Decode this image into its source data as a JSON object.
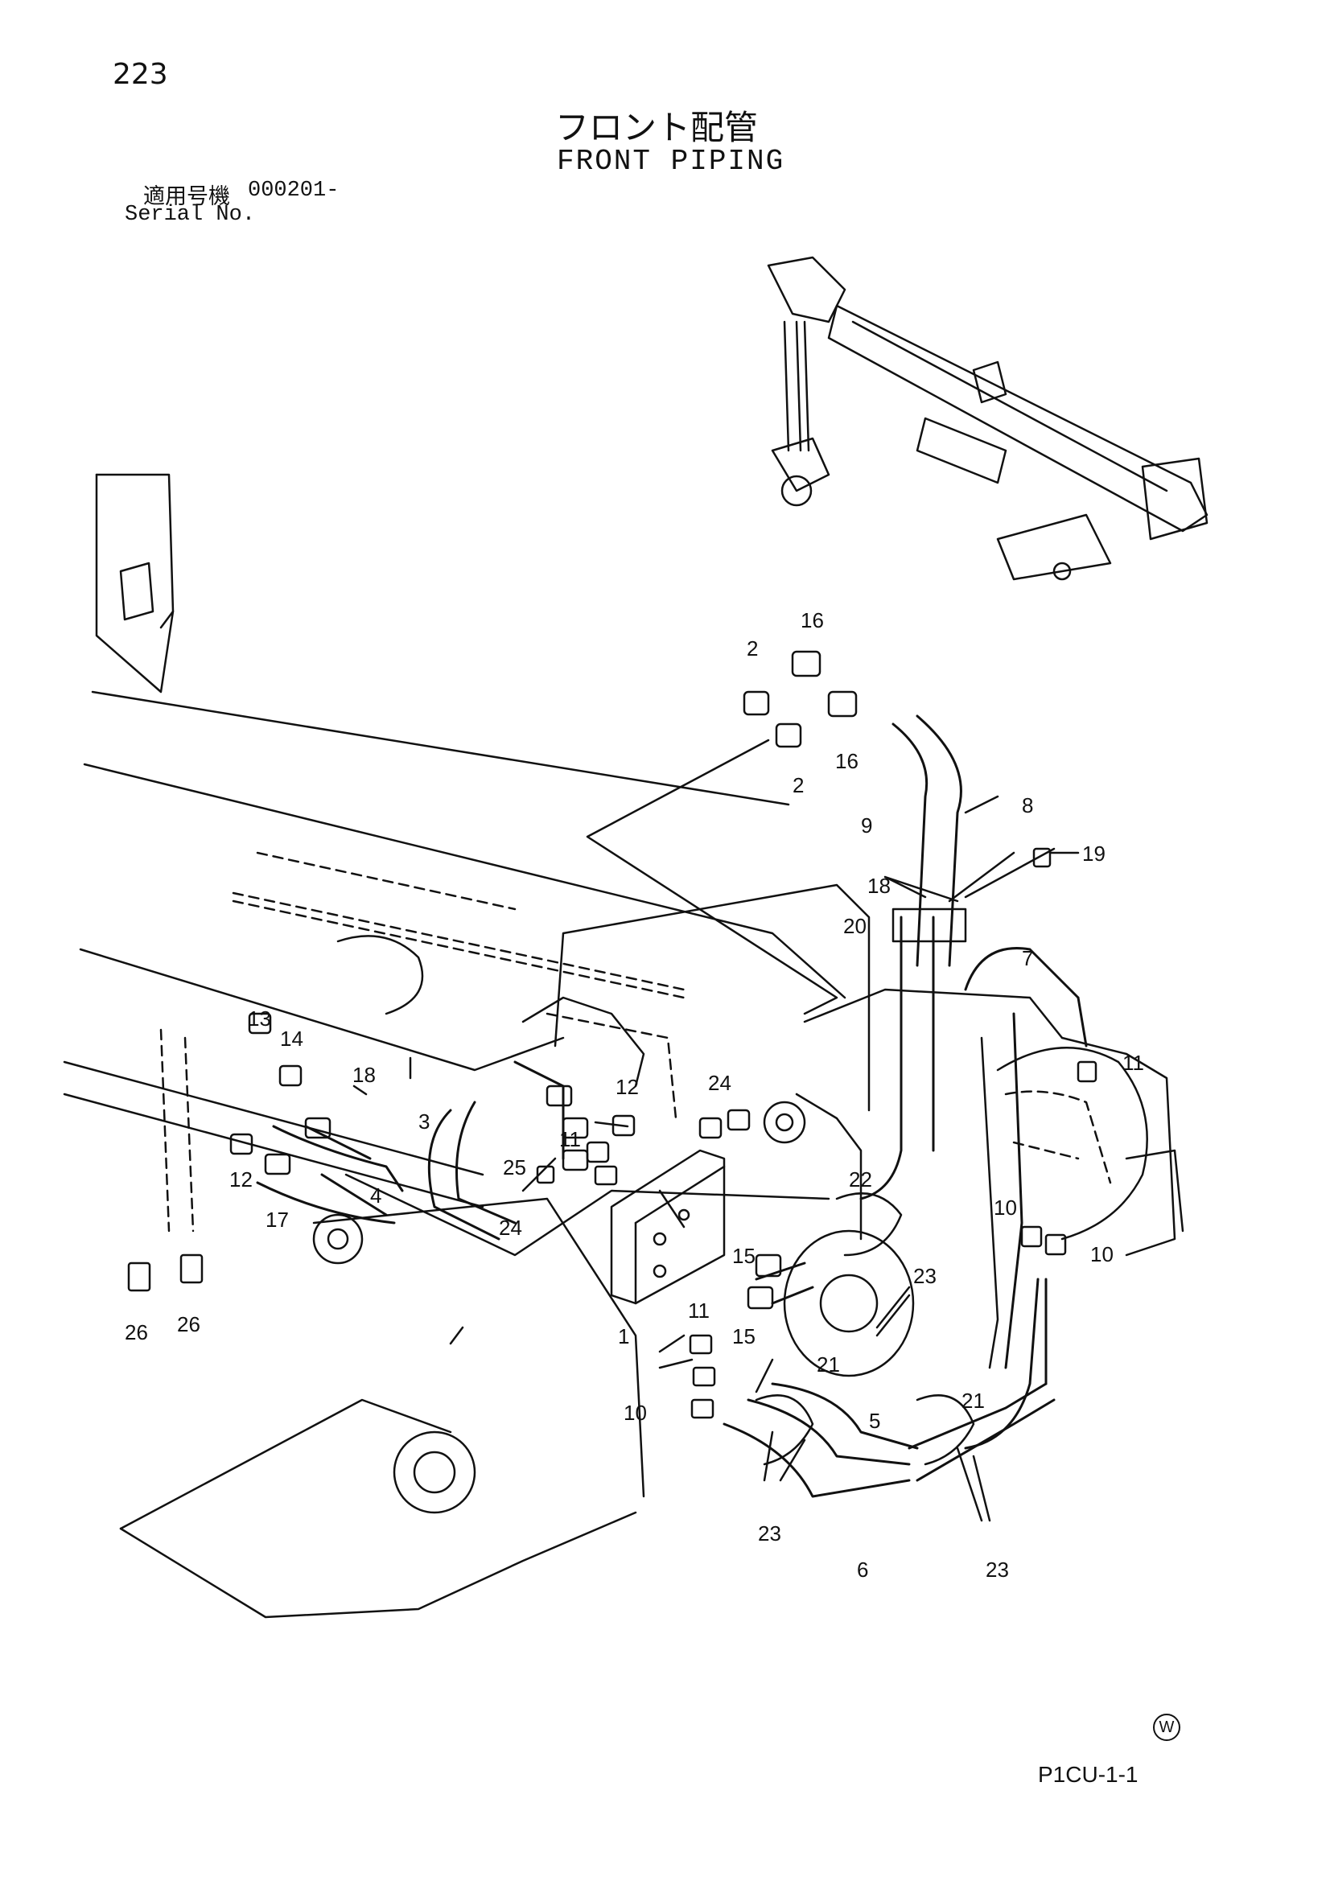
{
  "header": {
    "page_number": "223",
    "title_jp": "フロント配管",
    "title_en": "FRONT PIPING",
    "serial_label_jp": "適用号機",
    "serial_value": "000201-",
    "serial_label_en": "Serial No."
  },
  "footer": {
    "watermark": "W",
    "page_code": "P1CU-1-1"
  },
  "callouts": [
    {
      "id": "c16a",
      "label": "16"
    },
    {
      "id": "c2a",
      "label": "2"
    },
    {
      "id": "c16b",
      "label": "16"
    },
    {
      "id": "c2b",
      "label": "2"
    },
    {
      "id": "c8",
      "label": "8"
    },
    {
      "id": "c9",
      "label": "9"
    },
    {
      "id": "c19",
      "label": "19"
    },
    {
      "id": "c18a",
      "label": "18"
    },
    {
      "id": "c20",
      "label": "20"
    },
    {
      "id": "c7",
      "label": "7"
    },
    {
      "id": "c11a",
      "label": "11"
    },
    {
      "id": "c13",
      "label": "13"
    },
    {
      "id": "c14",
      "label": "14"
    },
    {
      "id": "c18b",
      "label": "18"
    },
    {
      "id": "c3",
      "label": "3"
    },
    {
      "id": "c12a",
      "label": "12"
    },
    {
      "id": "c24a",
      "label": "24"
    },
    {
      "id": "c12b",
      "label": "12"
    },
    {
      "id": "c25",
      "label": "25"
    },
    {
      "id": "c11b",
      "label": "11"
    },
    {
      "id": "c17",
      "label": "17"
    },
    {
      "id": "c4",
      "label": "4"
    },
    {
      "id": "c24b",
      "label": "24"
    },
    {
      "id": "c22",
      "label": "22"
    },
    {
      "id": "c10a",
      "label": "10"
    },
    {
      "id": "c10b",
      "label": "10"
    },
    {
      "id": "c15a",
      "label": "15"
    },
    {
      "id": "c23a",
      "label": "23"
    },
    {
      "id": "c1",
      "label": "1"
    },
    {
      "id": "c11c",
      "label": "11"
    },
    {
      "id": "c15b",
      "label": "15"
    },
    {
      "id": "c26a",
      "label": "26"
    },
    {
      "id": "c26b",
      "label": "26"
    },
    {
      "id": "c21a",
      "label": "21"
    },
    {
      "id": "c21b",
      "label": "21"
    },
    {
      "id": "c10c",
      "label": "10"
    },
    {
      "id": "c5",
      "label": "5"
    },
    {
      "id": "c23b",
      "label": "23"
    },
    {
      "id": "c6",
      "label": "6"
    },
    {
      "id": "c23c",
      "label": "23"
    }
  ]
}
